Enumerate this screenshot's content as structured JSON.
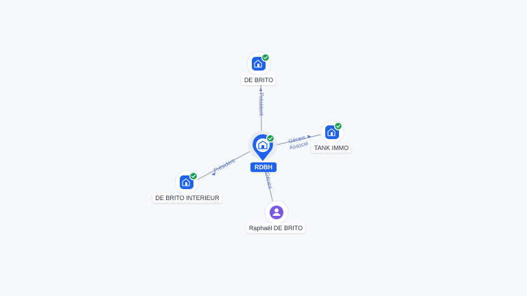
{
  "center": {
    "label": "RDBH",
    "icon": "building-icon",
    "verified": true
  },
  "nodes": [
    {
      "id": "debrito",
      "label": "DE BRITO",
      "icon": "building-icon",
      "verified": true
    },
    {
      "id": "tank",
      "label": "TANK IMMO",
      "icon": "building-icon",
      "verified": true
    },
    {
      "id": "interieur",
      "label": "DE BRITO INTERIEUR",
      "icon": "building-icon",
      "verified": true
    },
    {
      "id": "raphael",
      "label": "Raphaël DE BRITO",
      "icon": "person-icon",
      "verified": false
    }
  ],
  "edges": [
    {
      "to": "debrito",
      "role": "Président"
    },
    {
      "to": "tank",
      "role": "Gérant",
      "role2": "Associé"
    },
    {
      "to": "interieur",
      "role": "Président"
    },
    {
      "to": "raphael",
      "role": "Gérant"
    }
  ],
  "colors": {
    "company": "#1e63e9",
    "person": "#7b57e6",
    "verified": "#1a9d54",
    "edge_label": "#5a74c8"
  }
}
